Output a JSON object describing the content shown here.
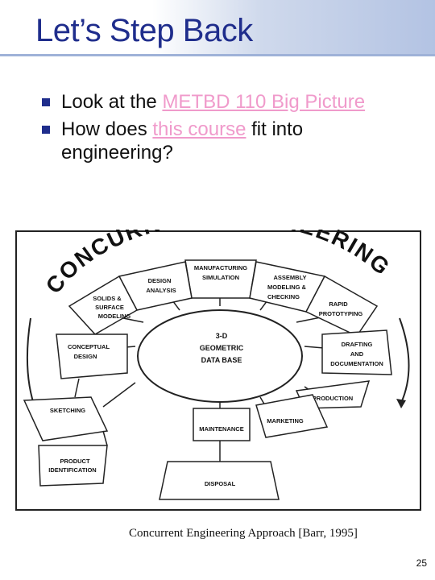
{
  "slide": {
    "title": "Let’s Step Back",
    "bullets": [
      {
        "before": "Look at the ",
        "link": "METBD 110 Big Picture",
        "after": ""
      },
      {
        "before": "How does ",
        "link": "this course",
        "after": " fit into engineering?"
      }
    ],
    "page_number": "25"
  },
  "colors": {
    "title": "#1f2d8c",
    "link": "#f09acb",
    "bullet": "#1f2d8c"
  },
  "diagram": {
    "arc_title": "CONCURRENT ENGINEERING",
    "center_label": [
      "3-D",
      "GEOMETRIC",
      "DATA BASE"
    ],
    "nodes": {
      "manufacturing": [
        "MANUFACTURING",
        "SIMULATION"
      ],
      "design": [
        "DESIGN",
        "ANALYSIS"
      ],
      "assembly": [
        "ASSEMBLY",
        "MODELING &",
        "CHECKING"
      ],
      "solids": [
        "SOLIDS &",
        "SURFACE",
        "MODELING"
      ],
      "rapid": [
        "RAPID",
        "PROTOTYPING"
      ],
      "conceptual": [
        "CONCEPTUAL",
        "DESIGN"
      ],
      "drafting": [
        "DRAFTING",
        "AND",
        "DOCUMENTATION"
      ],
      "production": [
        "PRODUCTION"
      ],
      "marketing": [
        "MARKETING"
      ],
      "maintenance": [
        "MAINTENANCE"
      ],
      "sketching": [
        "SKETCHING"
      ],
      "product": [
        "PRODUCT",
        "IDENTIFICATION"
      ],
      "disposal": [
        "DISPOSAL"
      ]
    },
    "caption": "Concurrent Engineering Approach [Barr, 1995]"
  }
}
